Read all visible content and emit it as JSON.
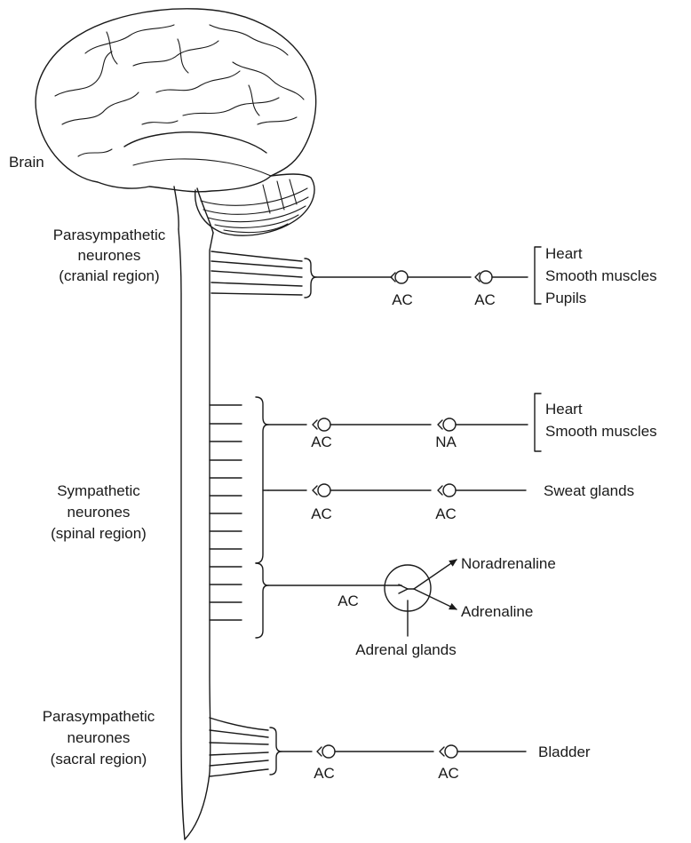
{
  "labels": {
    "brain": "Brain",
    "cranial": [
      "Parasympathetic",
      "neurones",
      "(cranial region)"
    ],
    "sympathetic": [
      "Sympathetic",
      "neurones",
      "(spinal region)"
    ],
    "sacral": [
      "Parasympathetic",
      "neurones",
      "(sacral region)"
    ]
  },
  "transmitters": {
    "cranial_1": "AC",
    "cranial_2": "AC",
    "sym1_1": "AC",
    "sym1_2": "NA",
    "sym2_1": "AC",
    "sym2_2": "AC",
    "adrenal_in": "AC",
    "sacral_1": "AC",
    "sacral_2": "AC"
  },
  "targets": {
    "cranial": [
      "Heart",
      "Smooth muscles",
      "Pupils"
    ],
    "sym1": [
      "Heart",
      "Smooth muscles"
    ],
    "sym2": "Sweat glands",
    "adrenal_out": [
      "Noradrenaline",
      "Adrenaline"
    ],
    "adrenal_label": "Adrenal glands",
    "sacral": "Bladder"
  }
}
